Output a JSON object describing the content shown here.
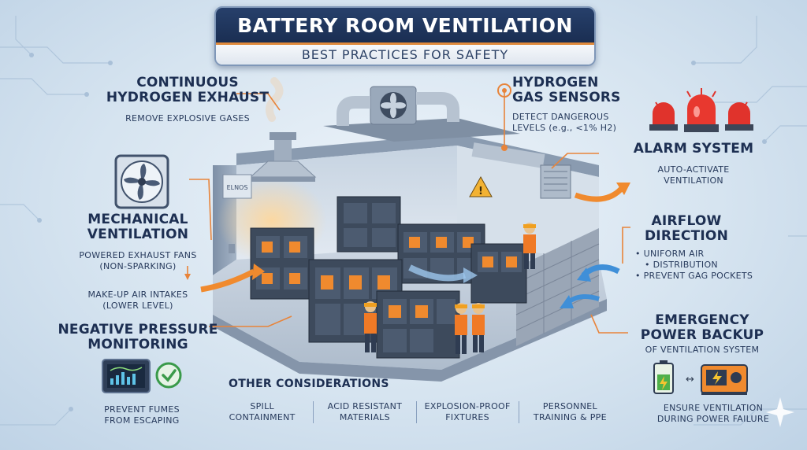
{
  "title": {
    "main": "BATTERY ROOM VENTILATION",
    "sub": "BEST PRACTICES FOR SAFETY"
  },
  "callouts": {
    "exhaust": {
      "heading_1": "CONTINUOUS",
      "heading_2": "HYDROGEN EXHAUST",
      "text": "REMOVE EXPLOSIVE GASES"
    },
    "mechanical": {
      "heading_1": "MECHANICAL",
      "heading_2": "VENTILATION",
      "text_1": "POWERED EXHAUST FANS",
      "text_2": "(NON-SPARKING)",
      "text_3": "MAKE-UP AIR INTAKES",
      "text_4": "(LOWER LEVEL)"
    },
    "pressure": {
      "heading_1": "NEGATIVE PRESSURE",
      "heading_2": "MONITORING",
      "text_1": "PREVENT FUMES",
      "text_2": "FROM ESCAPING"
    },
    "sensors": {
      "heading_1": "HYDROGEN",
      "heading_2": "GAS SENSORS",
      "text_1": "DETECT DANGEROUS",
      "text_2": "LEVELS (e.g., <1% H2)"
    },
    "alarm": {
      "heading": "ALARM SYSTEM",
      "text_1": "AUTO-ACTIVATE",
      "text_2": "VENTILATION"
    },
    "airflow": {
      "heading_1": "AIRFLOW",
      "heading_2": "DIRECTION",
      "bullets": [
        "UNIFORM AIR",
        "DISTRIBUTION",
        "PREVENT GAG POCKETS"
      ]
    },
    "backup": {
      "heading_1": "EMERGENCY",
      "heading_2": "POWER BACKUP",
      "heading_3": "OF VENTILATION SYSTEM",
      "text_1": "ENSURE VENTILATION",
      "text_2": "DURING POWER FAILURE"
    }
  },
  "other": {
    "title": "OTHER CONSIDERATIONS",
    "items": [
      {
        "line1": "SPILL",
        "line2": "CONTAINMENT"
      },
      {
        "line1": "ACID RESISTANT",
        "line2": "MATERIALS"
      },
      {
        "line1": "EXPLOSION-PROOF",
        "line2": "FIXTURES"
      },
      {
        "line1": "PERSONNEL",
        "line2": "TRAINING & PPE"
      }
    ]
  },
  "scene_labels": {
    "panel_text": "ELNOS"
  },
  "colors": {
    "accent": "#e8843a",
    "navy": "#1d2f52",
    "alarm": "#e0332c",
    "battery": "#f08a2e",
    "airflow": "#3f8fd8"
  }
}
